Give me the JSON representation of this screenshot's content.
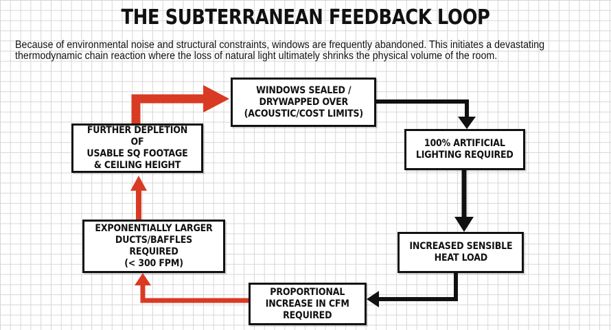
{
  "header": {
    "title": "THE SUBTERRANEAN FEEDBACK LOOP",
    "subtitle": "Because of environmental noise and structural constraints, windows are frequently abandoned. This initiates a devastating thermodynamic chain reaction where the loss of natural light ultimately shrinks the physical volume of the room."
  },
  "diagram": {
    "nodes": {
      "windows_sealed": "WINDOWS SEALED /\nDRYWAPPED OVER\n(ACOUSTIC/COST LIMITS)",
      "artificial_lighting": "100% ARTIFICIAL\nLIGHTING REQUIRED",
      "sensible_heat": "INCREASED SENSIBLE\nHEAT LOAD",
      "cfm_increase": "PROPORTIONAL\nINCREASE IN CFM\nREQUIRED",
      "ducts_baffles": "EXPONENTIALLY LARGER\nDUCTS/BAFFLES REQUIRED\n(< 300 FPM)",
      "sq_footage": "FURTHER DEPLETION OF\nUSABLE SQ FOOTAGE\n& CEILING HEIGHT"
    },
    "colors": {
      "black_arrow": "#111111",
      "red_arrow": "#d93a24",
      "grid": "#d6d6d6"
    }
  }
}
